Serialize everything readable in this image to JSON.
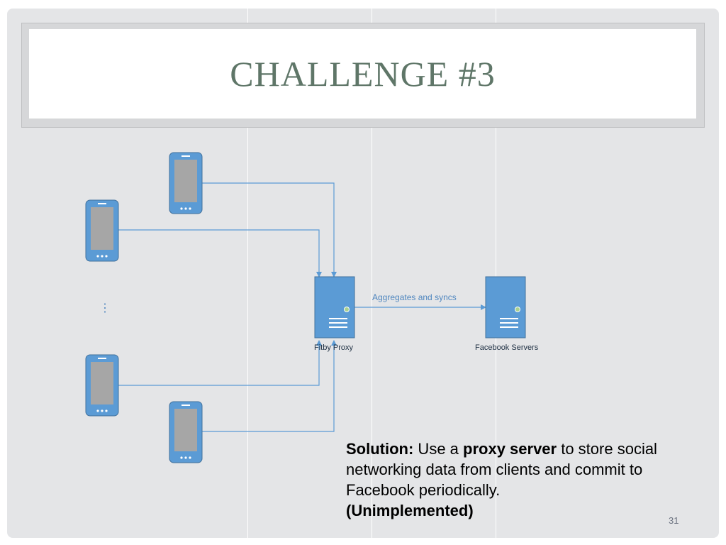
{
  "slide": {
    "title": "CHALLENGE #3",
    "page_number": "31"
  },
  "diagram": {
    "proxy_label": "Fitby Proxy",
    "facebook_label": "Facebook Servers",
    "edge_label": "Aggregates and syncs",
    "ellipsis": "⋮"
  },
  "solution": {
    "lead": "Solution:",
    "text_1": " Use a ",
    "bold_1": "proxy server",
    "text_2": " to store social networking data from clients and commit to Facebook periodically.",
    "bold_2": "(Unimplemented)"
  },
  "colors": {
    "node_fill": "#5b9bd5",
    "node_stroke": "#41719c",
    "screen": "#a6a6a6",
    "connector": "#5b9bd5",
    "title": "#5f7668",
    "background": "#e4e5e7"
  }
}
